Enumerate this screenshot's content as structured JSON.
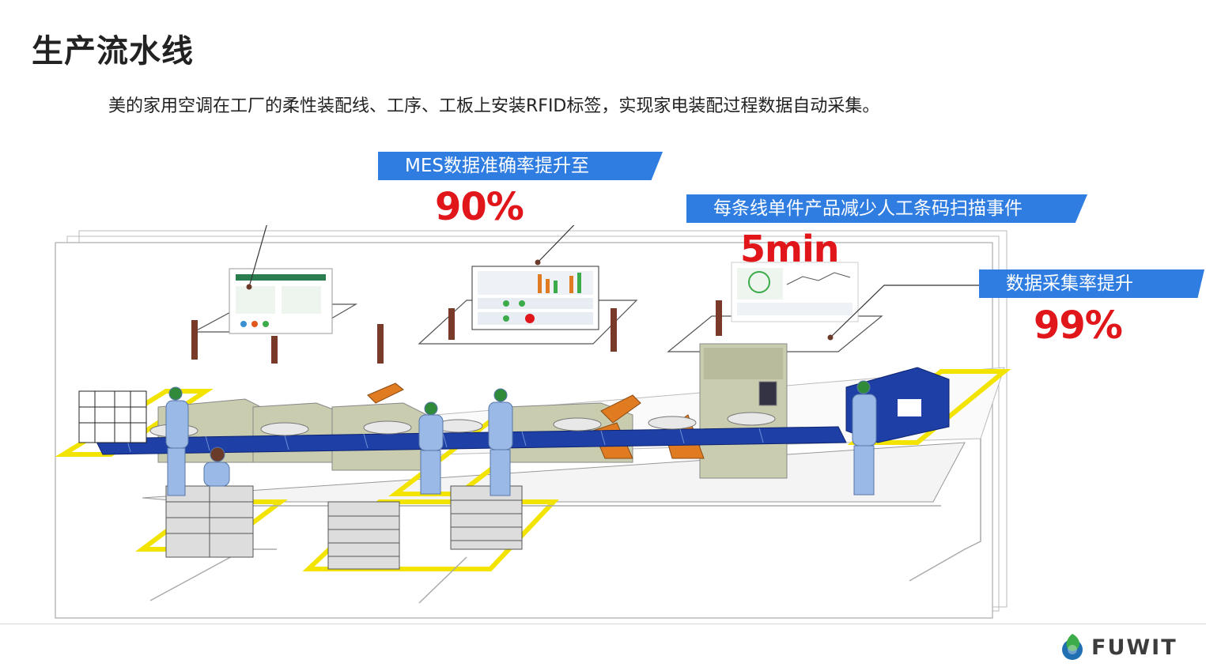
{
  "page": {
    "title": "生产流水线",
    "subtitle": "美的家用空调在工厂的柔性装配线、工序、工板上安装RFID标签，实现家电装配过程数据自动采集。"
  },
  "callouts": [
    {
      "label": "MES数据准确率提升至",
      "value": "90%"
    },
    {
      "label": "每条线单件产品减少人工条码扫描事件",
      "value": "5min"
    },
    {
      "label": "数据采集率提升",
      "value": "99%"
    }
  ],
  "brand": {
    "name": "FUWIT"
  },
  "colors": {
    "banner": "#2f7de1",
    "highlight": "#e0161b",
    "floor_marking": "#f2e400",
    "conveyor": "#1d3fa6",
    "machine": "#c9ccaf",
    "robot": "#e07b22",
    "worker": "#9bb9e6"
  }
}
